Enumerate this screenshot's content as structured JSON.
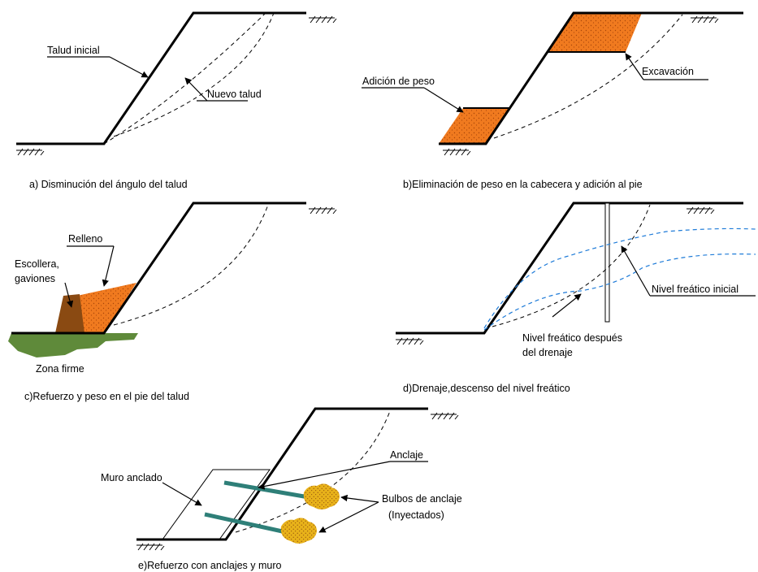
{
  "panels": {
    "a": {
      "caption": "a) Disminución del ángulo del talud",
      "label_talud_inicial": "Talud inicial",
      "label_nuevo_talud": "Nuevo talud"
    },
    "b": {
      "caption": "b)Eliminación de peso en la cabecera y adición al pie",
      "label_adicion": "Adición de peso",
      "label_excavacion": "Excavación"
    },
    "c": {
      "caption": "c)Refuerzo y peso en el pie del talud",
      "label_relleno": "Relleno",
      "label_escollera_1": "Escollera,",
      "label_escollera_2": "gaviones",
      "label_zona_firme": "Zona firme"
    },
    "d": {
      "caption": "d)Drenaje,descenso del nivel freático",
      "label_nivel_inicial": "Nivel freático inicial",
      "label_despues_1": "Nivel freático después",
      "label_despues_2": "del drenaje"
    },
    "e": {
      "caption": "e)Refuerzo con anclajes y muro",
      "label_muro": "Muro anclado",
      "label_anclaje": "Anclaje",
      "label_bulbos_1": "Bulbos de anclaje",
      "label_bulbos_2": "(Inyectados)"
    }
  },
  "colors": {
    "fill_orange": "#f07a1f",
    "fill_brown": "#8a4a12",
    "fill_green": "#5f8a3a",
    "water_blue": "#1e7bd8",
    "anchor_teal": "#2e7f78",
    "bulb_yellow": "#e8b21a"
  },
  "icons": [
    "ground-hatch-icon"
  ]
}
